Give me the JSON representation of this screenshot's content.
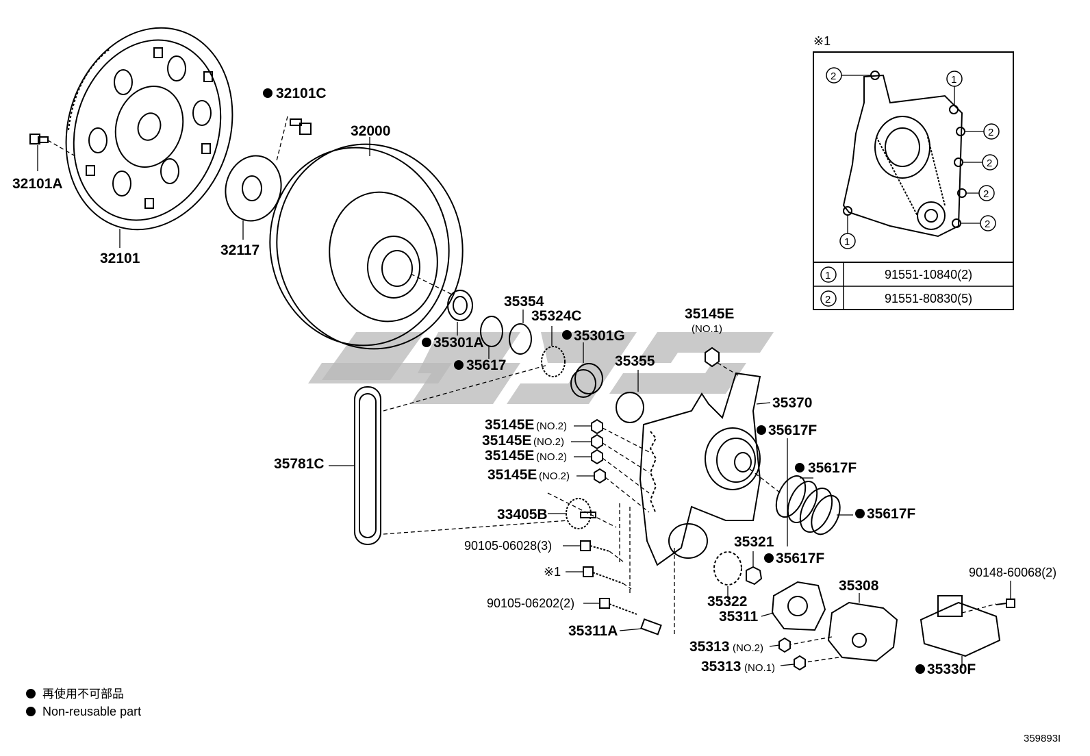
{
  "labels": {
    "l32101C": "32101C",
    "l32101A": "32101A",
    "l32101": "32101",
    "l32117": "32117",
    "l32000": "32000",
    "l35354": "35354",
    "l35324C": "35324C",
    "l35301A": "35301A",
    "l35617": "35617",
    "l35301G": "35301G",
    "l35145E_top": "35145E",
    "l35145E_top_sub": "(NO.1)",
    "l35355": "35355",
    "l35370": "35370",
    "l35617F_1": "35617F",
    "l35617F_2": "35617F",
    "l35617F_3": "35617F",
    "l35617F_4": "35617F",
    "l35781C": "35781C",
    "l35145E_a": "35145E",
    "l35145E_b": "35145E",
    "l35145E_c": "35145E",
    "l35145E_d": "35145E",
    "no2": "(NO.2)",
    "l33405B": "33405B",
    "l90105_06028": "90105-06028(3)",
    "lref1": "※1",
    "l90105_06202": "90105-06202(2)",
    "l35311A": "35311A",
    "l35321": "35321",
    "l35322": "35322",
    "l35311": "35311",
    "l35308": "35308",
    "l35313_a": "35313",
    "l35313_a_sub": "(NO.2)",
    "l35313_b": "35313",
    "l35313_b_sub": "(NO.1)",
    "l90148_60068": "90148-60068(2)",
    "l35330F": "35330F"
  },
  "inset": {
    "title": "※1",
    "callout_1": "1",
    "callout_2": "2",
    "table": [
      {
        "key": "1",
        "part": "91551-10840(2)"
      },
      {
        "key": "2",
        "part": "91551-80830(5)"
      }
    ]
  },
  "legend": {
    "jp": "再使用不可部品",
    "en": "Non-reusable part"
  },
  "figure_id": "359893I"
}
